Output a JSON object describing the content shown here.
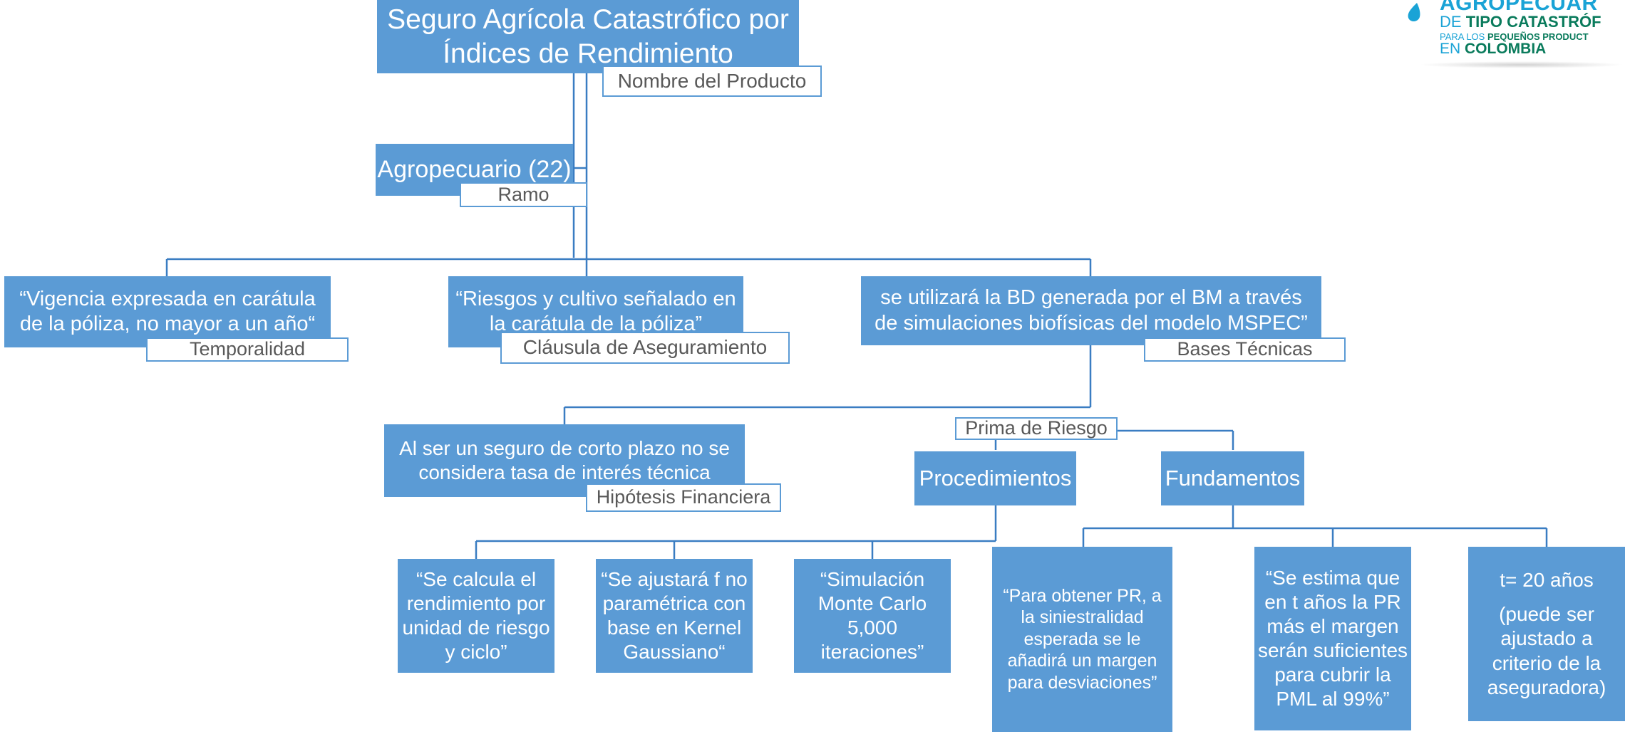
{
  "logo": {
    "line1": "AGROPECUAR",
    "line2_prefix": "DE ",
    "line2_main": "TIPO CATASTRÓF",
    "line3_prefix": "PARA LOS ",
    "line3_main": "PEQUEÑOS PRODUCT",
    "line4_prefix": "EN ",
    "line4_main": "COLOMBIA"
  },
  "product": {
    "text": "Seguro Agrícola Catastrófico por Índices de Rendimiento",
    "label": "Nombre del Producto"
  },
  "ramo": {
    "text": "Agropecuario (22)",
    "label": "Ramo"
  },
  "temporalidad": {
    "text": "“Vigencia expresada en carátula de la póliza, no mayor a un año“",
    "label": "Temporalidad"
  },
  "clausula": {
    "text": "“Riesgos y cultivo señalado en la carátula de la póliza”",
    "label": "Cláusula de Aseguramiento"
  },
  "bases": {
    "text": "se utilizará la BD generada por el BM a través de simulaciones biofísicas del modelo MSPEC”",
    "label": "Bases Técnicas"
  },
  "hipotesis": {
    "text": "Al ser un seguro de corto plazo no se considera tasa de interés técnica",
    "label": "Hipótesis Financiera"
  },
  "prima": {
    "label": "Prima de Riesgo"
  },
  "procedimientos": {
    "text": "Procedimientos"
  },
  "fundamentos": {
    "text": "Fundamentos"
  },
  "proc_items": [
    "“Se calcula el rendimiento por unidad de riesgo y ciclo”",
    "“Se ajustará f no paramétrica con base en Kernel Gaussiano“",
    "“Simulación Monte Carlo 5,000 iteraciones”"
  ],
  "fund_items": [
    "“Para obtener PR, a la siniestralidad esperada se le añadirá un margen para desviaciones”",
    "“Se estima que en t años la PR más el margen serán suficientes para cubrir la PML al 99%”",
    "t= 20 años",
    "(puede ser ajustado a criterio de la aseguradora)"
  ],
  "colors": {
    "box": "#5b9bd5",
    "label_text": "#595959",
    "line": "#2e75b6"
  }
}
